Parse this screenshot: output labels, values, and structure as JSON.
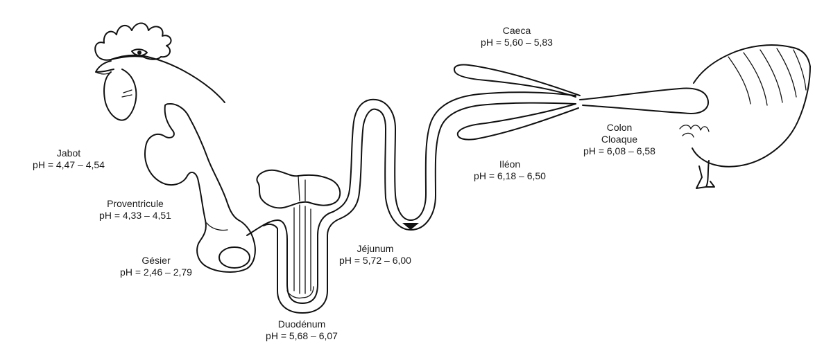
{
  "labels": {
    "caeca": {
      "name": "Caeca",
      "ph": "pH = 5,60 – 5,83"
    },
    "jabot": {
      "name": "Jabot",
      "ph": "pH = 4,47 – 4,54"
    },
    "colon": {
      "name": "Colon",
      "name2": "Cloaque",
      "ph": "pH = 6,08 – 6,58"
    },
    "ileon": {
      "name": "Iléon",
      "ph": "pH = 6,18 – 6,50"
    },
    "proventricule": {
      "name": "Proventricule",
      "ph": "pH = 4,33 – 4,51"
    },
    "jejunum": {
      "name": "Jéjunum",
      "ph": "pH = 5,72 – 6,00"
    },
    "gesier": {
      "name": "Gésier",
      "ph": "pH = 2,46 – 2,79"
    },
    "duodenum": {
      "name": "Duodénum",
      "ph": "pH = 5,68 – 6,07"
    }
  }
}
